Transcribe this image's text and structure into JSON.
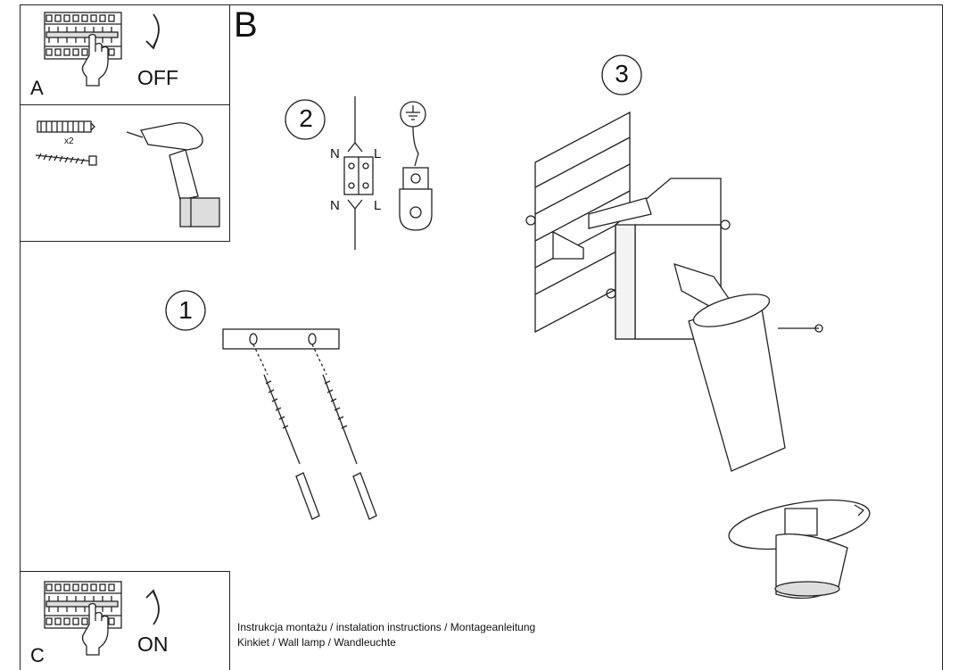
{
  "panels": {
    "a": {
      "label": "A",
      "action": "OFF"
    },
    "b": {
      "label": "B"
    },
    "c": {
      "label": "C",
      "action": "ON"
    }
  },
  "drill_panel": {
    "quantity": "x2"
  },
  "steps": {
    "one": "1",
    "two": "2",
    "three": "3"
  },
  "wiring": {
    "n_top": "N",
    "l_top": "L",
    "n_bottom": "N",
    "l_bottom": "L"
  },
  "captions": {
    "line1": "Instrukcja montażu / instalation instructions / Montageanleitung",
    "line2": "Kinkiet / Wall lamp / Wandleuchte"
  },
  "icons": [
    "circuit-breaker-icon",
    "hand-icon",
    "curved-arrow-icon",
    "wall-plug-icon",
    "screw-icon",
    "drill-icon",
    "earth-ground-icon",
    "terminal-block-icon",
    "mounting-plate-icon",
    "wall-lamp-icon",
    "gu10-bulb-icon"
  ]
}
